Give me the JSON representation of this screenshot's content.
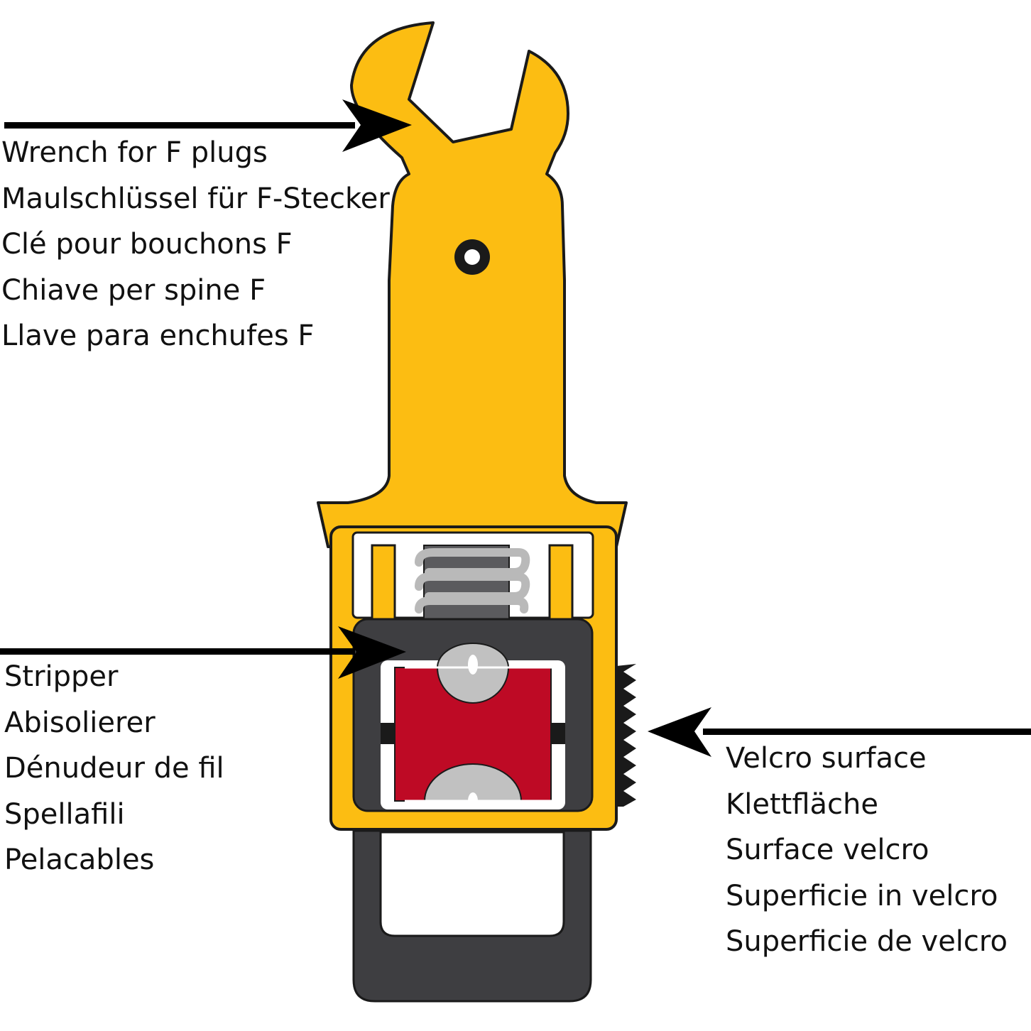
{
  "colors": {
    "tool_body": "#FCBD12",
    "outline": "#1A1A1A",
    "handle": "#3E3E41",
    "spring": "#B9B9B9",
    "screw": "#5B5B5E",
    "blade": "#C1C1C1",
    "stripper_insert": "#BE0A25",
    "velcro": "#1A1A1A",
    "arrow": "#000000",
    "text": "#111111"
  },
  "callouts": {
    "wrench": {
      "icon": "arrow-right-icon",
      "lines": [
        "Wrench for F plugs",
        "Maulschlüssel für F-Stecker",
        "Clé pour bouchons F",
        "Chiave per spine F",
        "Llave para enchufes F"
      ]
    },
    "stripper": {
      "icon": "arrow-right-icon",
      "lines": [
        "Stripper",
        "Abisolierer",
        "Dénudeur de fil",
        "Spellafili",
        "Pelacables"
      ]
    },
    "velcro": {
      "icon": "arrow-left-icon",
      "lines": [
        "Velcro surface",
        "Klettfläche",
        "Surface velcro",
        "Superficie in velcro",
        "Superficie de velcro"
      ]
    }
  }
}
